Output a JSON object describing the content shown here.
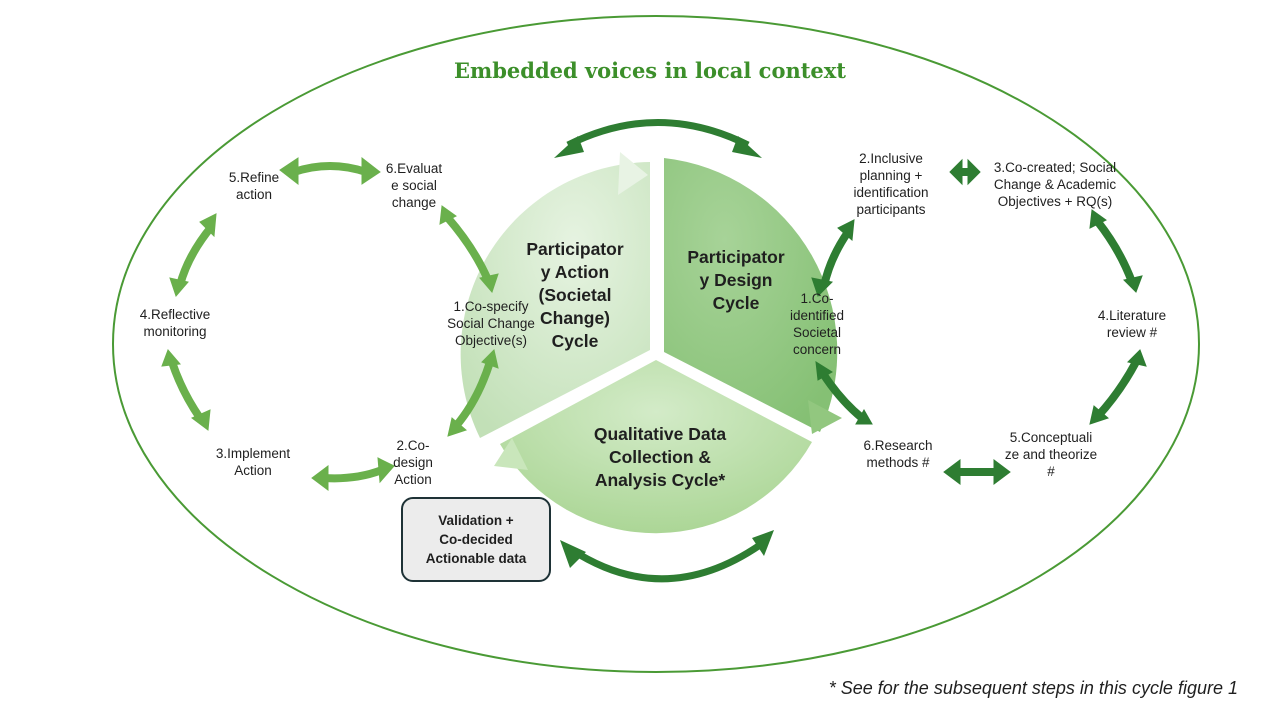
{
  "title": "Embedded voices in local context",
  "cycles": {
    "action": "Participator\ny Action\n(Societal\nChange)\nCycle",
    "design": "Participator\ny Design\nCycle",
    "data": "Qualitative Data\nCollection &\nAnalysis Cycle*"
  },
  "action_steps": {
    "step1": "1.Co-specify\nSocial Change\nObjective(s)",
    "step2": "2.Co-\ndesign\nAction",
    "step3": "3.Implement\nAction",
    "step4": "4.Reflective\nmonitoring",
    "step5": "5.Refine\naction",
    "step6": "6.Evaluat\ne social\nchange"
  },
  "design_steps": {
    "step1": "1.Co-\nidentified\nSocietal\nconcern",
    "step2": "2.Inclusive\nplanning +\nidentification\nparticipants",
    "step3": "3.Co-created; Social\nChange & Academic\nObjectives + RQ(s)",
    "step4": "4.Literature\nreview #",
    "step5": "5.Conceptuali\nze and theorize\n#",
    "step6": "6.Research\nmethods #"
  },
  "validation_box": "Validation +\nCo-decided\nActionable data",
  "footnote": "* See for the subsequent steps in this cycle figure 1",
  "colors": {
    "title_green": "#3c8f2a",
    "light_arrow": "#6ab04c",
    "dark_arrow": "#2e7d32",
    "sector_light": "#c8e2c0",
    "sector_mid": "#9ccc8b",
    "ellipse": "#4a9a35"
  }
}
